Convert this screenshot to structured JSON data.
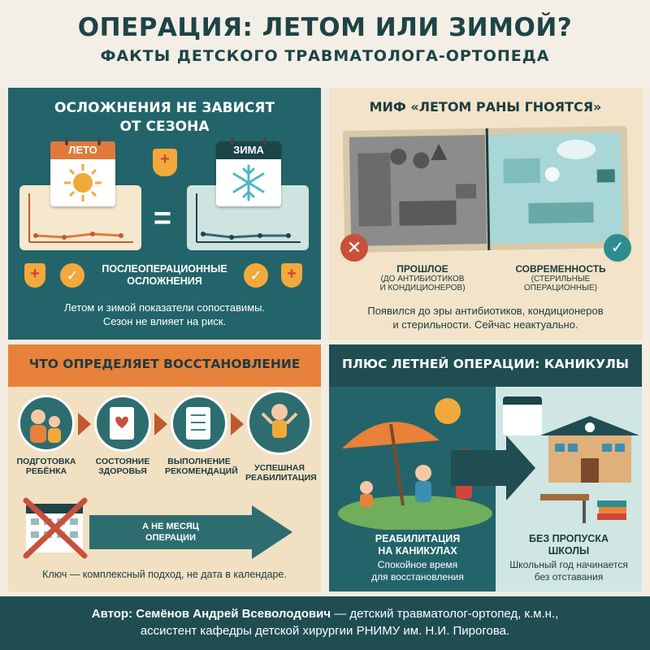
{
  "header": {
    "title": "ОПЕРАЦИЯ: ЛЕТОМ ИЛИ ЗИМОЙ?",
    "subtitle": "ФАКТЫ ДЕТСКОГО ТРАВМАТОЛОГА-ОРТОПЕДА"
  },
  "q1": {
    "title_line1": "ОСЛОЖНЕНИЯ НЕ ЗАВИСЯТ",
    "title_line2": "ОТ СЕЗОНА",
    "cal_left": "ЛЕТО",
    "cal_right": "ЗИМА",
    "equals": "=",
    "label_line1": "ПОСЛЕОПЕРАЦИОННЫЕ",
    "label_line2": "ОСЛОЖНЕНИЯ",
    "text_line1": "Летом и зимой показатели сопоставимы.",
    "text_line2": "Сезон не влияет на риск."
  },
  "q2": {
    "title": "МИФ «ЛЕТОМ РАНЫ ГНОЯТСЯ»",
    "past_title": "ПРОШЛОЕ",
    "past_sub1": "(ДО АНТИБИОТИКОВ",
    "past_sub2": "И КОНДИЦИОНЕРОВ)",
    "modern_title": "СОВРЕМЕННОСТЬ",
    "modern_sub1": "(СТЕРИЛЬНЫЕ",
    "modern_sub2": "ОПЕРАЦИОННЫЕ)",
    "text_line1": "Появился до эры антибиотиков, кондиционеров",
    "text_line2": "и стерильности. Сейчас неактуально."
  },
  "q3": {
    "title": "ЧТО ОПРЕДЕЛЯЕТ ВОССТАНОВЛЕНИЕ",
    "steps": [
      {
        "l1": "ПОДГОТОВКА",
        "l2": "РЕБЁНКА",
        "l3": ""
      },
      {
        "l1": "СОСТОЯНИЕ",
        "l2": "ЗДОРОВЬЯ",
        "l3": ""
      },
      {
        "l1": "ВЫПОЛНЕНИЕ",
        "l2": "РЕКОМЕНДАЦИЙ",
        "l3": ""
      },
      {
        "l1": "УСПЕШНАЯ",
        "l2": "РЕАБИЛИТАЦИЯ",
        "l3": ""
      }
    ],
    "arrow_line1": "А НЕ МЕСЯЦ",
    "arrow_line2": "ОПЕРАЦИИ",
    "text": "Ключ — комплексный подход, не дата в календаре."
  },
  "q4": {
    "title": "ПЛЮС ЛЕТНЕЙ ОПЕРАЦИИ: КАНИКУЛЫ",
    "left_title1": "РЕАБИЛИТАЦИЯ",
    "left_title2": "НА КАНИКУЛАХ",
    "left_sub1": "Спокойное время",
    "left_sub2": "для восстановления",
    "right_title1": "БЕЗ ПРОПУСКА",
    "right_title2": "ШКОЛЫ",
    "right_sub1": "Школьный год начинается",
    "right_sub2": "без отставания"
  },
  "footer": {
    "author_label": "Автор: Семёнов Андрей Всеволодович",
    "line1_rest": " — детский травматолог-ортопед, к.м.н.,",
    "line2": "ассистент кафедры детской хирургии РНИМУ им. Н.И. Пирогова."
  },
  "colors": {
    "teal": "#23646a",
    "orange": "#e8813a",
    "cream": "#f2e3c9",
    "red": "#c9503a"
  }
}
